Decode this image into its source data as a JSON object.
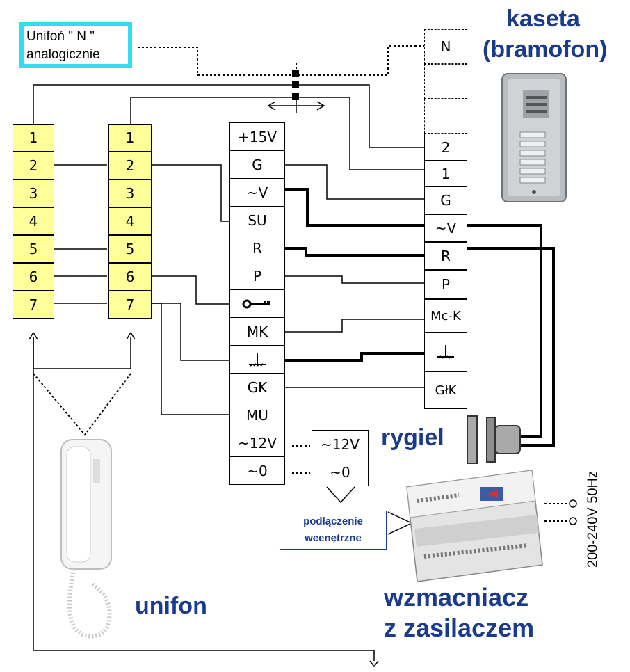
{
  "unifon_n_box": {
    "line1": "Unifoń \" N \"",
    "line2": "analogicznie",
    "border_color": "#33ddee"
  },
  "title_kaseta": "kaseta",
  "title_bramofon": "(bramofon)",
  "left_strip_a": [
    "1",
    "2",
    "3",
    "4",
    "5",
    "6",
    "7"
  ],
  "left_strip_b": [
    "1",
    "2",
    "3",
    "4",
    "5",
    "6",
    "7"
  ],
  "amplifier_terminals": [
    "+15V",
    "G",
    "~V",
    "SU",
    "R",
    "P",
    "key-symbol",
    "MK",
    "ground-symbol",
    "GK",
    "MU",
    "~12V",
    "~0"
  ],
  "door_panel_terminals": [
    "N",
    "",
    "",
    "2",
    "1",
    "G",
    "~V",
    "R",
    "P",
    "Mc-K",
    "ground-symbol",
    "GłK"
  ],
  "mini_terminals": [
    "~12V",
    "~0"
  ],
  "internal_connection_label": {
    "line1": "podłączenie",
    "line2": "weenętrzne"
  },
  "label_rygiel": "rygiel",
  "label_unifon": "unifon",
  "label_amplifier_line1": "wzmacniacz",
  "label_amplifier_line2": "z zasilaczem",
  "label_mains": "200-240V 50Hz",
  "colors": {
    "strip_yellow": "#ffff99",
    "title_blue": "#1a3b8c",
    "cyan_box": "#33ddee"
  }
}
